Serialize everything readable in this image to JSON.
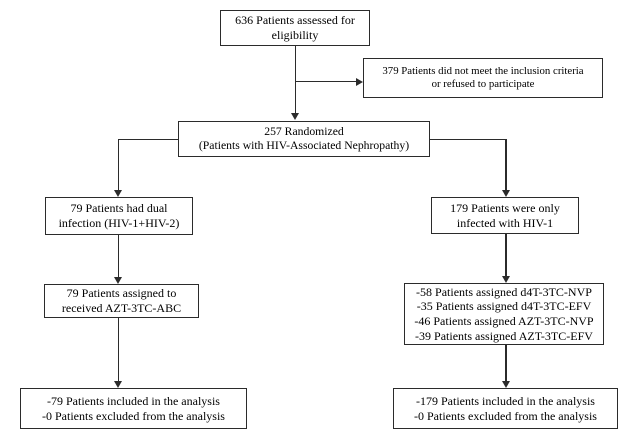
{
  "diagram_type": "consort-patient-flow",
  "style": {
    "background": "#ffffff",
    "box_border_color": "#2b2b2b",
    "line_color": "#2b2b2b",
    "text_color": "#000000"
  },
  "flowchart": {
    "boxes": {
      "eligibility": {
        "text": "636 Patients assessed for\neligibility"
      },
      "excluded": {
        "text": "379 Patients did not meet the inclusion criteria\nor refused to participate"
      },
      "randomized": {
        "text": "257 Randomized\n(Patients with HIV-Associated Nephropathy)"
      },
      "dual_infection": {
        "text": "79 Patients had dual\ninfection (HIV-1+HIV-2)"
      },
      "hiv1_only": {
        "text": "179 Patients were only\ninfected with HIV-1"
      },
      "assigned_dual": {
        "text": "79 Patients assigned to\nreceived AZT-3TC-ABC"
      },
      "assigned_hiv1": {
        "text": "-58 Patients assigned d4T-3TC-NVP\n-35 Patients assigned d4T-3TC-EFV\n-46 Patients assigned AZT-3TC-NVP\n-39 Patients assigned AZT-3TC-EFV"
      },
      "analysis_dual": {
        "text": "-79 Patients included in the analysis\n-0 Patients excluded from the analysis"
      },
      "analysis_hiv1": {
        "text": "-179 Patients included in the analysis\n-0 Patients excluded from the analysis"
      }
    }
  }
}
